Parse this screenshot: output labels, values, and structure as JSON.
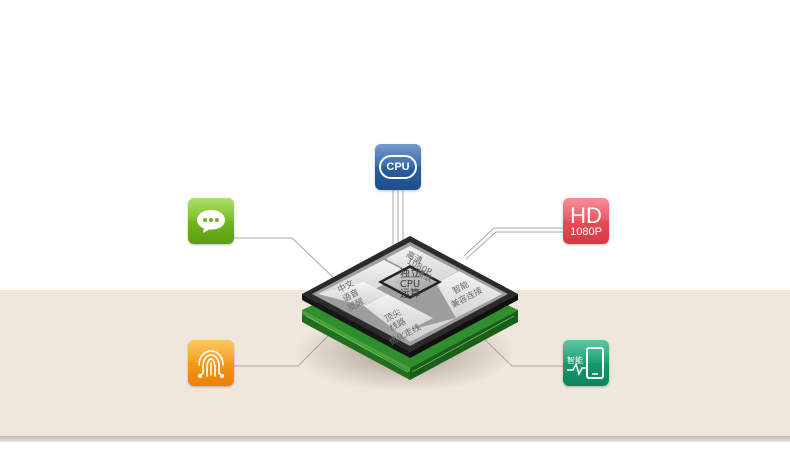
{
  "chip": {
    "center": [
      "独立",
      "CPU",
      "运算"
    ],
    "segment_top": [
      "高清",
      "1080P",
      "播放"
    ],
    "segment_left": [
      "中文",
      "语音",
      "提醒"
    ],
    "segment_right": [
      "智能",
      "兼容连接"
    ],
    "segment_bottom": [
      "顶尖",
      "线路",
      "优化走线"
    ]
  },
  "icons": {
    "cpu": {
      "label": "CPU",
      "icon": "cpu-chip-icon",
      "color": "#2a5fa3"
    },
    "chat": {
      "icon": "chat-bubble-icon",
      "color": "#72b81c"
    },
    "hd": {
      "big": "HD",
      "small": "1080P",
      "color": "#e64a56"
    },
    "fingerprint": {
      "icon": "fingerprint-circuit-icon",
      "color": "#f59514"
    },
    "phone": {
      "label": "智能",
      "icon": "smartphone-pulse-icon",
      "color": "#149a6b"
    }
  }
}
